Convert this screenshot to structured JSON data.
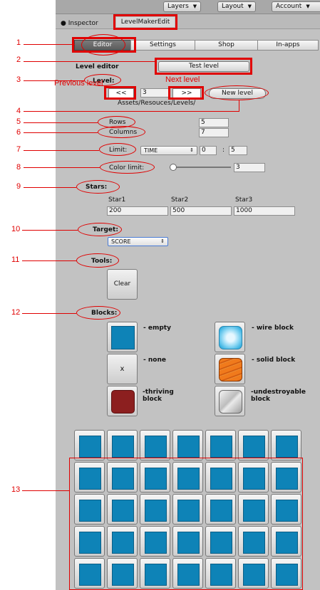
{
  "toolbar": {
    "layers": "Layers",
    "layout": "Layout",
    "account": "Account"
  },
  "tabs": {
    "inspector": "Inspector",
    "levelmaker": "LevelMakerEdit"
  },
  "segments": [
    "Editor",
    "Settings",
    "Shop",
    "In-apps"
  ],
  "annotations": {
    "numbers": [
      "1",
      "2",
      "3",
      "4",
      "5",
      "6",
      "7",
      "8",
      "9",
      "10",
      "11",
      "12",
      "13"
    ],
    "previous_level": "Previous level",
    "next_level": "Next level"
  },
  "editor": {
    "title": "Level editor",
    "test_level": "Test level",
    "level_label": "Level:",
    "prev_btn": "<<",
    "level_value": "3",
    "next_btn": ">>",
    "new_level": "New level",
    "path": "Assets/Resouces/Levels/",
    "rows_label": "Rows",
    "rows_value": "5",
    "columns_label": "Columns",
    "columns_value": "7",
    "limit_label": "Limit:",
    "limit_type": "TIME",
    "limit_min": "0",
    "limit_sep": ":",
    "limit_sec": "5",
    "color_limit_label": "Color limit:",
    "color_limit_value": "3",
    "color_limit_slider": 0,
    "stars_label": "Stars:",
    "star_names": [
      "Star1",
      "Star2",
      "Star3"
    ],
    "star_values": [
      "200",
      "500",
      "1000"
    ],
    "target_label": "Target:",
    "target_value": "SCORE",
    "tools_label": "Tools:",
    "clear": "Clear",
    "blocks_label": "Blocks:",
    "blocks": {
      "empty": "- empty",
      "wire": "- wire block",
      "none": "- none",
      "solid": "- solid block",
      "thriving_1": "-thriving",
      "thriving_2": "block",
      "undestroyable_1": "-undestroyable",
      "undestroyable_2": "block",
      "none_glyph": "x"
    }
  },
  "colors": {
    "annotation": "#e00000",
    "block_blue": "#0e83b7",
    "panel": "#c2c2c2"
  }
}
